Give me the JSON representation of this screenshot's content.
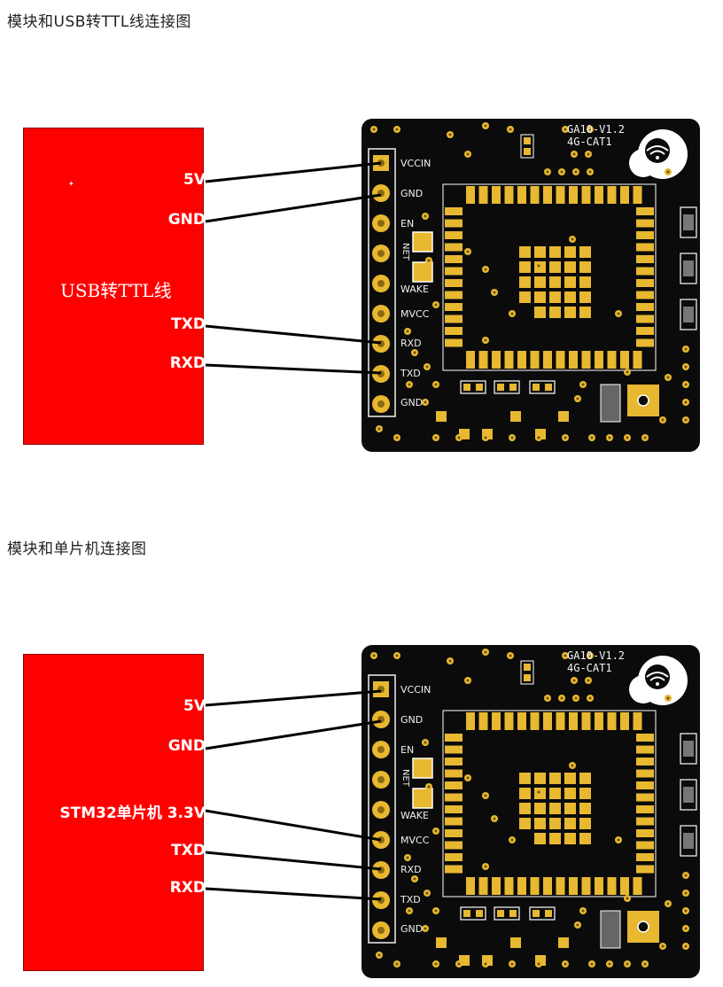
{
  "diagram1": {
    "caption": "模块和USB转TTL线连接图",
    "box_title": "USB转TTL线",
    "signals": [
      "5V",
      "GND",
      "TXD",
      "RXD"
    ]
  },
  "diagram2": {
    "caption": "模块和单片机连接图",
    "signals": [
      "5V",
      "GND",
      "STM32单片机 3.3V",
      "TXD",
      "RXD"
    ]
  },
  "board": {
    "silk_line1": "GA10-V1.2",
    "silk_line2": "4G-CAT1",
    "pins": [
      "VCCIN",
      "GND",
      "EN",
      "WAKE",
      "MVCC",
      "RXD",
      "TXD",
      "GND"
    ],
    "net_label": "NET"
  },
  "colors": {
    "box": "#ff0000",
    "pcb": "#0b0b0b",
    "gold": "#e7b830",
    "wire": "#000000"
  }
}
